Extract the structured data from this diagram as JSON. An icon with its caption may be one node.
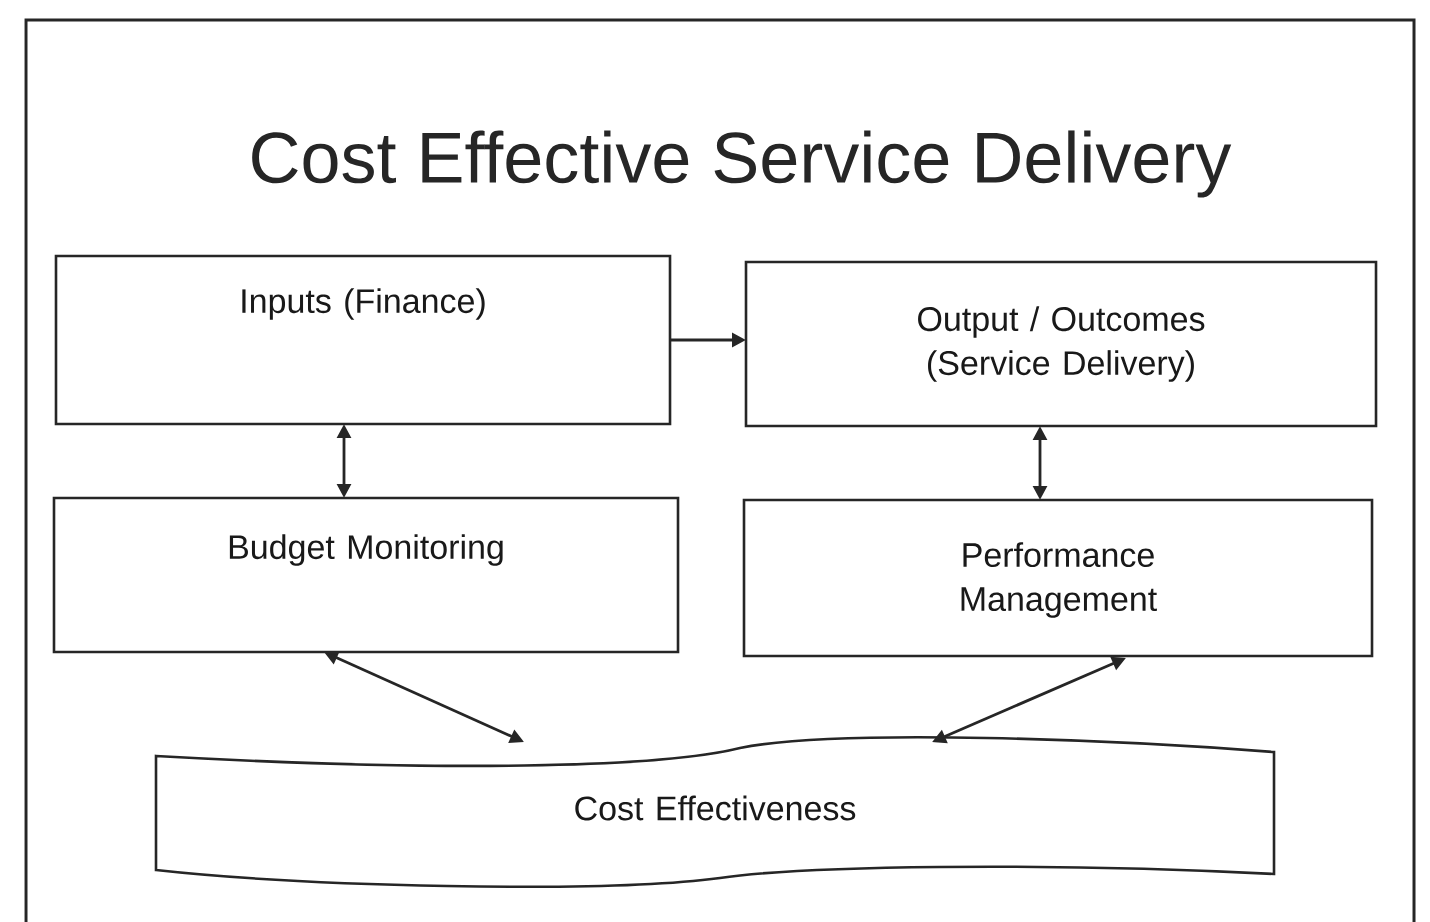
{
  "diagram": {
    "title": "Cost Effective Service Delivery",
    "nodes": [
      {
        "text": [
          "Inputs (Finance)"
        ]
      },
      {
        "text": [
          "Output / Outcomes (Service Delivery)"
        ]
      },
      {
        "text": [
          "Budget Monitoring"
        ]
      },
      {
        "text": [
          "Performance Management"
        ]
      },
      {
        "text": [
          "Cost Effectiveness"
        ]
      }
    ],
    "edges": [
      {
        "from": 0,
        "to": 1,
        "arrow": "to"
      },
      {
        "from": 0,
        "to": 2,
        "arrow": "both"
      },
      {
        "from": 1,
        "to": 3,
        "arrow": "both"
      },
      {
        "from": 2,
        "to": 4,
        "arrow": "both"
      },
      {
        "from": 3,
        "to": 4,
        "arrow": "both"
      }
    ]
  }
}
